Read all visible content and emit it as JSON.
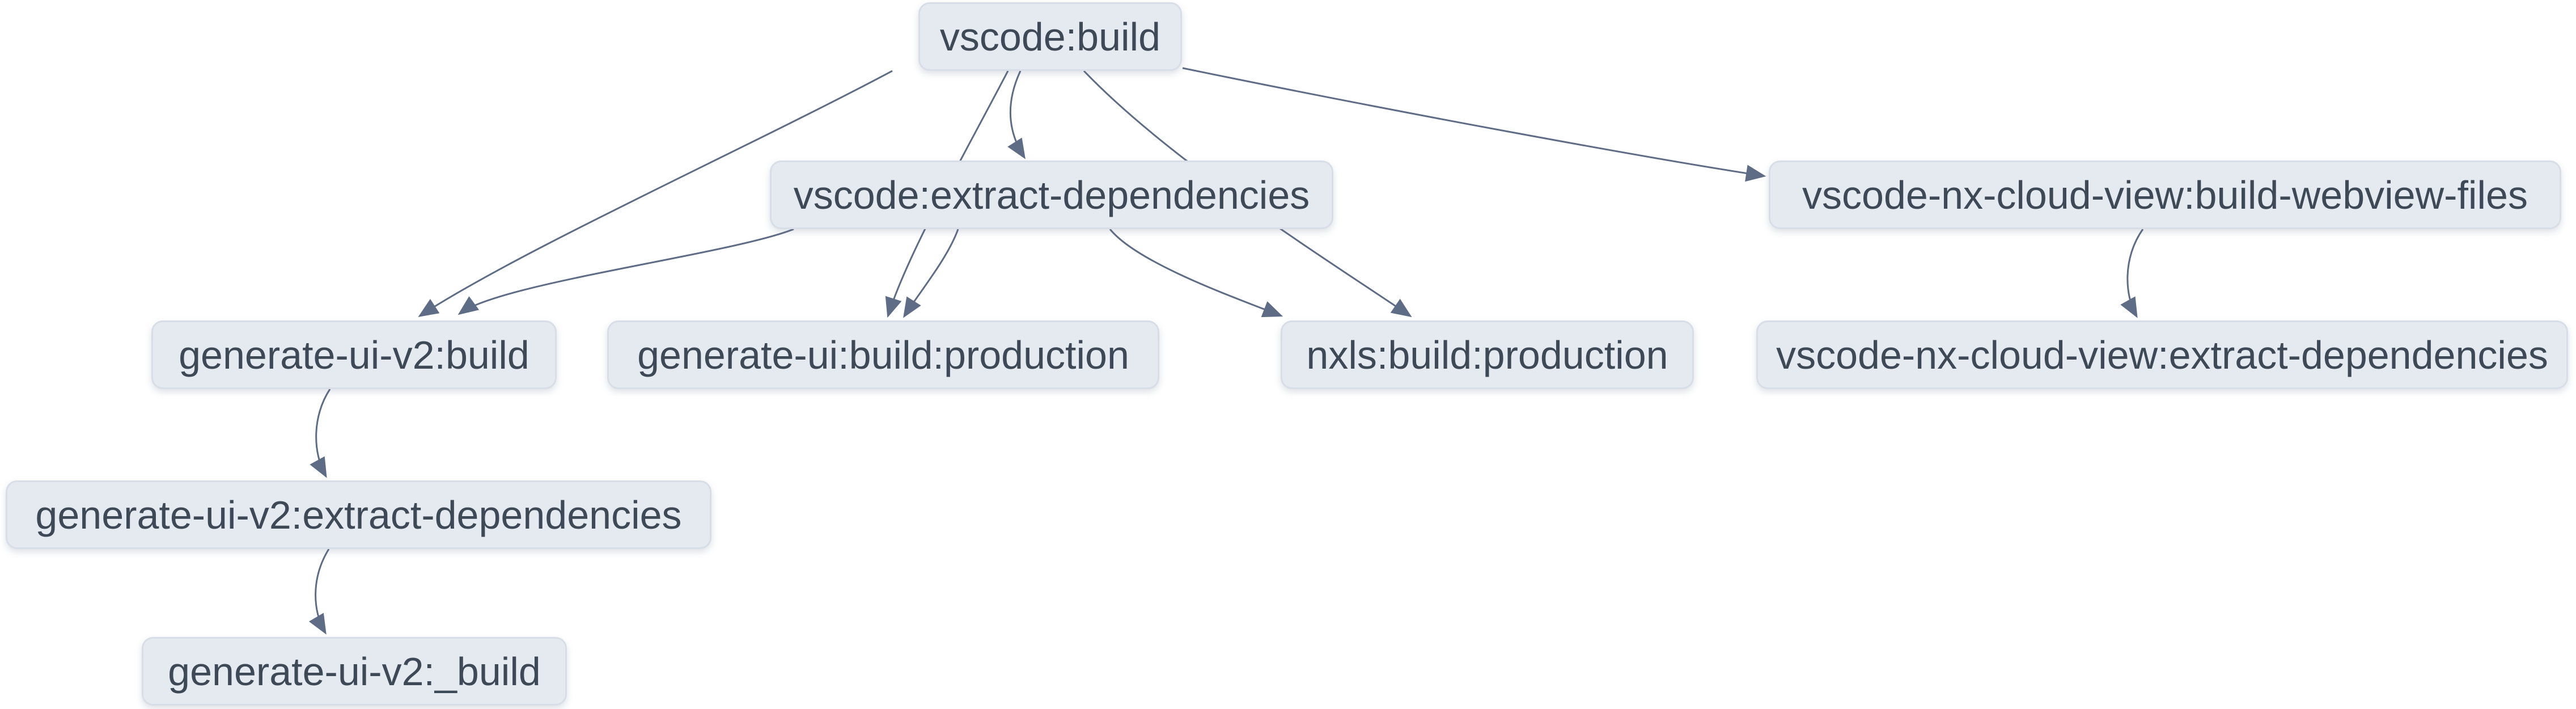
{
  "graph": {
    "nodes": [
      {
        "id": "vscode:build",
        "label": "vscode:build"
      },
      {
        "id": "vscode:extract-dependencies",
        "label": "vscode:extract-dependencies"
      },
      {
        "id": "vscode-nx-cloud-view:build-webview-files",
        "label": "vscode-nx-cloud-view:build-webview-files"
      },
      {
        "id": "generate-ui-v2:build",
        "label": "generate-ui-v2:build"
      },
      {
        "id": "generate-ui:build:production",
        "label": "generate-ui:build:production"
      },
      {
        "id": "nxls:build:production",
        "label": "nxls:build:production"
      },
      {
        "id": "vscode-nx-cloud-view:extract-dependencies",
        "label": "vscode-nx-cloud-view:extract-dependencies"
      },
      {
        "id": "generate-ui-v2:extract-dependencies",
        "label": "generate-ui-v2:extract-dependencies"
      },
      {
        "id": "generate-ui-v2:_build",
        "label": "generate-ui-v2:_build"
      }
    ],
    "edges": [
      {
        "source": "vscode:build",
        "target": "vscode:extract-dependencies"
      },
      {
        "source": "vscode:build",
        "target": "generate-ui-v2:build"
      },
      {
        "source": "vscode:build",
        "target": "generate-ui:build:production"
      },
      {
        "source": "vscode:build",
        "target": "nxls:build:production"
      },
      {
        "source": "vscode:build",
        "target": "vscode-nx-cloud-view:build-webview-files"
      },
      {
        "source": "vscode:extract-dependencies",
        "target": "generate-ui-v2:build"
      },
      {
        "source": "vscode:extract-dependencies",
        "target": "generate-ui:build:production"
      },
      {
        "source": "vscode:extract-dependencies",
        "target": "nxls:build:production"
      },
      {
        "source": "vscode-nx-cloud-view:build-webview-files",
        "target": "vscode-nx-cloud-view:extract-dependencies"
      },
      {
        "source": "generate-ui-v2:build",
        "target": "generate-ui-v2:extract-dependencies"
      },
      {
        "source": "generate-ui-v2:extract-dependencies",
        "target": "generate-ui-v2:_build"
      }
    ],
    "colors": {
      "background": "#FFFFFF",
      "node_fill": "#E5E9F0",
      "node_border": "#D8DEE8",
      "node_text": "#3E4957",
      "edge": "#5E6C86"
    }
  }
}
